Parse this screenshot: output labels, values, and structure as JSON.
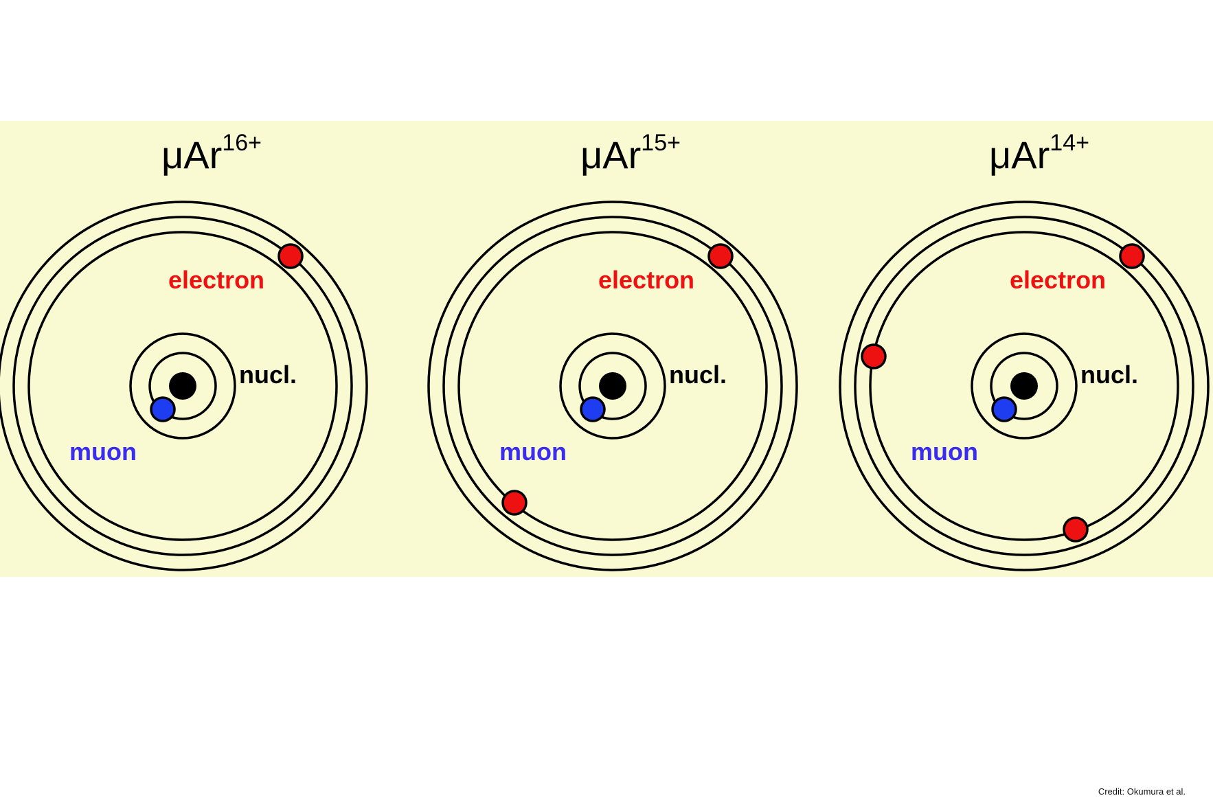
{
  "panels": [
    {
      "ion": "μAr",
      "charge": "16+",
      "labels": {
        "electron": "electron",
        "nucleus": "nucl.",
        "muon": "muon"
      },
      "electron_count": 1
    },
    {
      "ion": "μAr",
      "charge": "15+",
      "labels": {
        "electron": "electron",
        "nucleus": "nucl.",
        "muon": "muon"
      },
      "electron_count": 2
    },
    {
      "ion": "μAr",
      "charge": "14+",
      "labels": {
        "electron": "electron",
        "nucleus": "nucl.",
        "muon": "muon"
      },
      "electron_count": 3
    }
  ],
  "credit": "Credit: Okumura et al.",
  "colors": {
    "background_band": "#fafad2",
    "electron": "#ee1111",
    "muon": "#1f3df0",
    "muon_label": "#3a2df0",
    "nucleus": "#000000"
  }
}
